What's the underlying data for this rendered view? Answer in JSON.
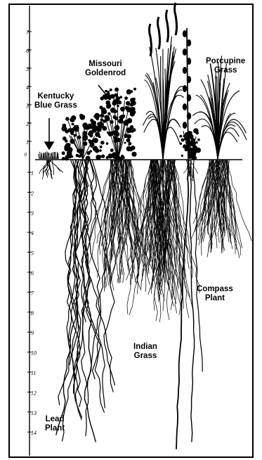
{
  "ruler": {
    "above_ground_marks": [
      "7",
      "6",
      "5",
      "4",
      "3",
      "2",
      "1"
    ],
    "ground_mark": "0",
    "below_ground_marks": [
      "1",
      "2",
      "3",
      "4",
      "5",
      "6",
      "7",
      "8",
      "9",
      "10",
      "11",
      "12",
      "13",
      "14"
    ]
  },
  "labels": {
    "kentucky": [
      "Kentucky",
      "Blue Grass"
    ],
    "missouri": [
      "Missouri",
      "Goldenrod"
    ],
    "porcupine": [
      "Porcupine",
      "Grass"
    ],
    "compass": [
      "Compass",
      "Plant"
    ],
    "indian": [
      "Indian",
      "Grass"
    ],
    "lead": [
      "Lead",
      "Plant"
    ]
  },
  "colors": {
    "ink": "#000000",
    "paper": "#ffffff"
  }
}
